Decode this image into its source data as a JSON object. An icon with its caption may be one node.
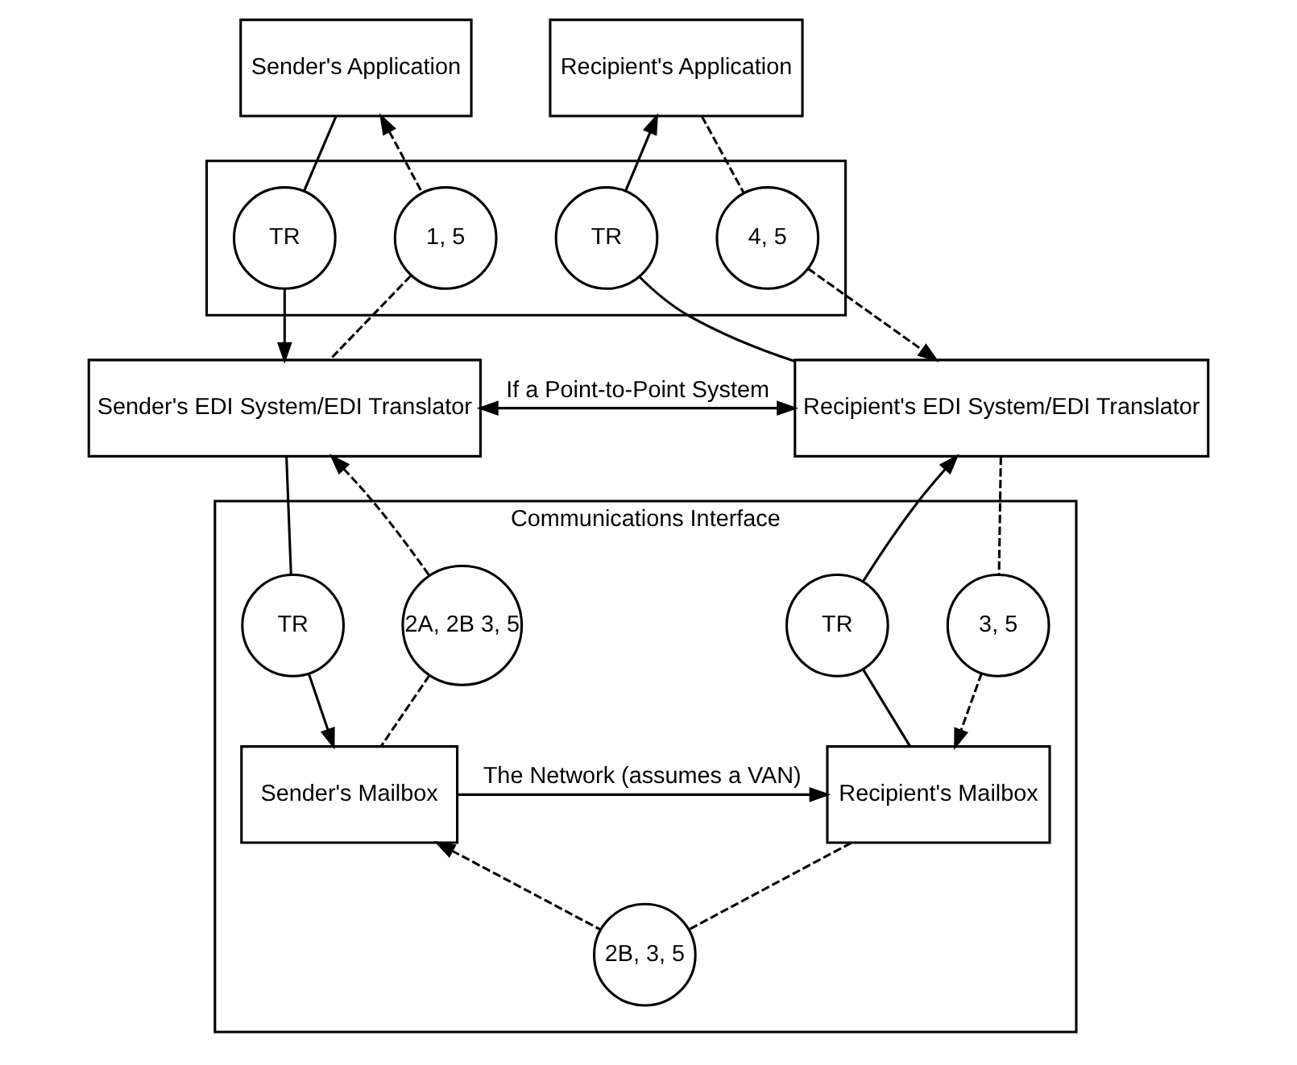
{
  "diagram": {
    "nodes": [
      {
        "text": [
          "Sender's Application"
        ]
      },
      {
        "text": [
          "Recipient's Application"
        ]
      },
      {
        "text": [],
        "shape": "box"
      },
      {
        "text": [
          "TR"
        ],
        "in": 2
      },
      {
        "text": [
          "1, 5"
        ],
        "in": 2
      },
      {
        "text": [
          "TR"
        ],
        "in": 2
      },
      {
        "text": [
          "4, 5"
        ],
        "in": 2
      },
      {
        "text": [
          "Sender's EDI System/EDI Translator"
        ]
      },
      {
        "text": [
          "Recipient's EDI System/EDI Translator"
        ]
      },
      {
        "text": [
          "Communications Interface"
        ]
      },
      {
        "text": [
          "TR"
        ],
        "in": 9
      },
      {
        "text": [
          "2A, 2B 3, 5"
        ],
        "in": 9
      },
      {
        "text": [
          "TR"
        ],
        "in": 9
      },
      {
        "text": [
          "3, 5"
        ],
        "in": 9
      },
      {
        "text": [
          "Sender's Mailbox"
        ],
        "in": 9
      },
      {
        "text": [
          "Recipient's Mailbox"
        ],
        "in": 9
      },
      {
        "text": [
          "2B, 3, 5"
        ],
        "in": 9
      }
    ],
    "edges": [
      {
        "from": 0,
        "to": 3,
        "arrow": "none"
      },
      {
        "from": 3,
        "to": 7,
        "arrow": "to"
      },
      {
        "from": 7,
        "to": 4,
        "arrow": "none",
        "style": "dashed"
      },
      {
        "from": 4,
        "to": 0,
        "arrow": "to",
        "style": "dashed"
      },
      {
        "from": 8,
        "to": 5,
        "arrow": "none"
      },
      {
        "from": 5,
        "to": 1,
        "arrow": "to"
      },
      {
        "from": 1,
        "to": 6,
        "arrow": "none",
        "style": "dashed"
      },
      {
        "from": 6,
        "to": 8,
        "arrow": "to",
        "style": "dashed"
      },
      {
        "from": 7,
        "to": 8,
        "arrow": "both",
        "label": "If a Point-to-Point System"
      },
      {
        "from": 7,
        "to": 10,
        "arrow": "none"
      },
      {
        "from": 10,
        "to": 14,
        "arrow": "to"
      },
      {
        "from": 14,
        "to": 11,
        "arrow": "none",
        "style": "dashed"
      },
      {
        "from": 11,
        "to": 7,
        "arrow": "to",
        "style": "dashed"
      },
      {
        "from": 15,
        "to": 12,
        "arrow": "none"
      },
      {
        "from": 12,
        "to": 8,
        "arrow": "to"
      },
      {
        "from": 8,
        "to": 13,
        "arrow": "none",
        "style": "dashed"
      },
      {
        "from": 13,
        "to": 15,
        "arrow": "to",
        "style": "dashed"
      },
      {
        "from": 14,
        "to": 15,
        "arrow": "to",
        "label": "The Network (assumes a VAN)"
      },
      {
        "from": 15,
        "to": 16,
        "arrow": "none",
        "style": "dashed"
      },
      {
        "from": 16,
        "to": 14,
        "arrow": "to",
        "style": "dashed"
      }
    ]
  }
}
